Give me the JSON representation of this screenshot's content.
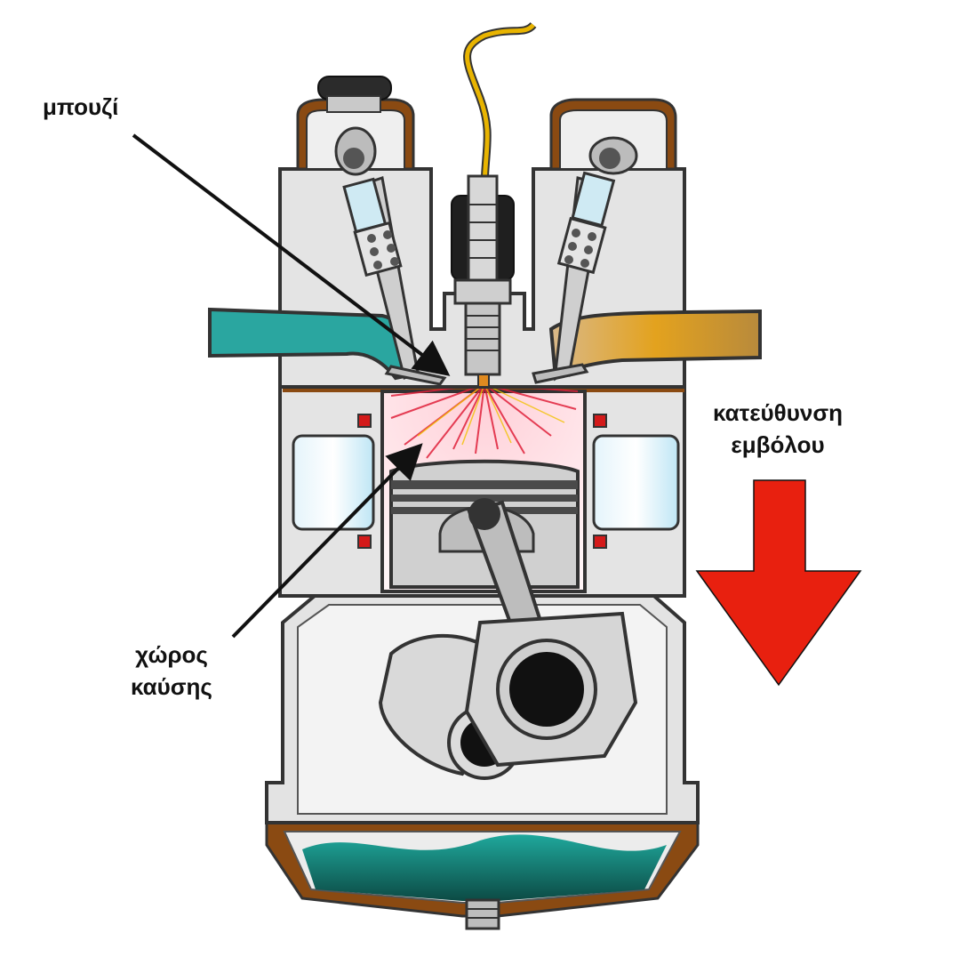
{
  "labels": {
    "spark_plug": "μπουζί",
    "chamber_line1": "χώρος",
    "chamber_line2": "καύσης",
    "direction_line1": "κατεύθυνση",
    "direction_line2": "εμβόλου"
  },
  "colors": {
    "arrow": "#e8200f",
    "intake": "#2aa6a0",
    "exhaust": "#c9962e",
    "oil": "#1f8f86",
    "gasket": "#8a4a12",
    "body": "#e6e6e6",
    "outline": "#333333",
    "spark": "#e0203a",
    "wire": "#e8b400"
  },
  "icons": {
    "direction_arrow": "arrow-down-icon"
  }
}
